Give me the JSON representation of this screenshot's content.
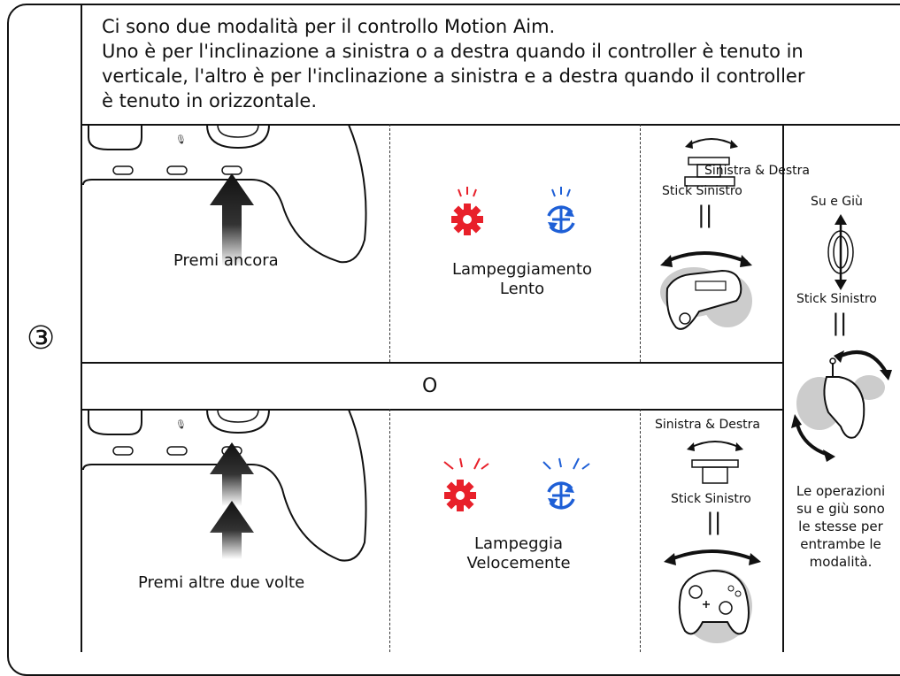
{
  "step_number": "③",
  "intro_lines": [
    "Ci sono due modalità per il controllo Motion Aim.",
    "Uno è per l'inclinazione a sinistra o a destra quando il controller è tenuto in",
    "verticale, l'altro è per l'inclinazione a sinistra e a destra quando il controller",
    "è tenuto in orizzontale."
  ],
  "mode1": {
    "press_label": "Premi ancora",
    "blink_label_1": "Lampeggiamento",
    "blink_label_2": "Lento",
    "direction_label": "Sinistra & Destra",
    "stick_label": "Stick Sinistro"
  },
  "separator": "O",
  "mode2": {
    "press_label": "Premi altre due volte",
    "blink_label_1": "Lampeggia",
    "blink_label_2": "Velocemente",
    "direction_label": "Sinistra & Destra",
    "stick_label": "Stick Sinistro"
  },
  "right_column": {
    "direction_label": "Su e Giù",
    "stick_label": "Stick Sinistro",
    "note": "Le operazioni\nsu e giù sono\nle stesse per\nentrambe le\nmodalità."
  },
  "colors": {
    "red_gear": "#e8202a",
    "blue_gear": "#1e5fd6"
  },
  "icons": [
    "gear-icon",
    "rotate-icon",
    "up-arrow-icon",
    "controller-icon",
    "stick-icon"
  ]
}
